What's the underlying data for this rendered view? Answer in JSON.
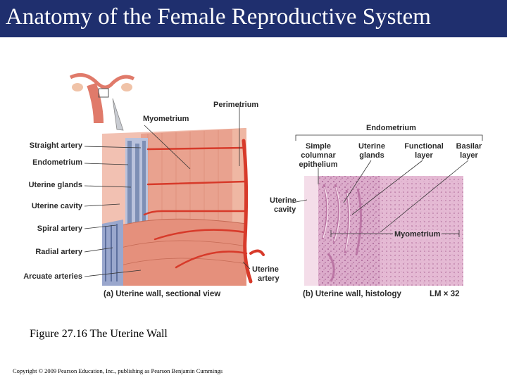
{
  "slide": {
    "title": "Anatomy of the Female Reproductive System",
    "caption": "Figure 27.16 The Uterine Wall",
    "copyright": "Copyright © 2009 Pearson Education, Inc., publishing as Pearson Benjamin Cummings"
  },
  "panel_a": {
    "labels": {
      "perimetrium": "Perimetrium",
      "myometrium": "Myometrium",
      "straight_artery": "Straight artery",
      "endometrium": "Endometrium",
      "uterine_glands": "Uterine glands",
      "uterine_cavity": "Uterine cavity",
      "spiral_artery": "Spiral artery",
      "radial_artery": "Radial artery",
      "arcuate_arteries": "Arcuate arteries",
      "uterine_artery_1": "Uterine",
      "uterine_artery_2": "artery"
    },
    "caption": "(a)  Uterine wall, sectional view"
  },
  "panel_b": {
    "labels": {
      "endometrium": "Endometrium",
      "simple_1": "Simple",
      "simple_2": "columnar",
      "simple_3": "epithelium",
      "glands_1": "Uterine",
      "glands_2": "glands",
      "functional_1": "Functional",
      "functional_2": "layer",
      "basilar_1": "Basilar",
      "basilar_2": "layer",
      "cavity_1": "Uterine",
      "cavity_2": "cavity",
      "myometrium": "Myometrium"
    },
    "caption": "(b)  Uterine wall, histology",
    "magnification": "LM × 32"
  },
  "colors": {
    "title_bar": "#1f2f6e",
    "muscle": "#e9a28f",
    "artery": "#d73a2a",
    "gland": "#7d8fb5",
    "histology": "#d9a8c4"
  }
}
